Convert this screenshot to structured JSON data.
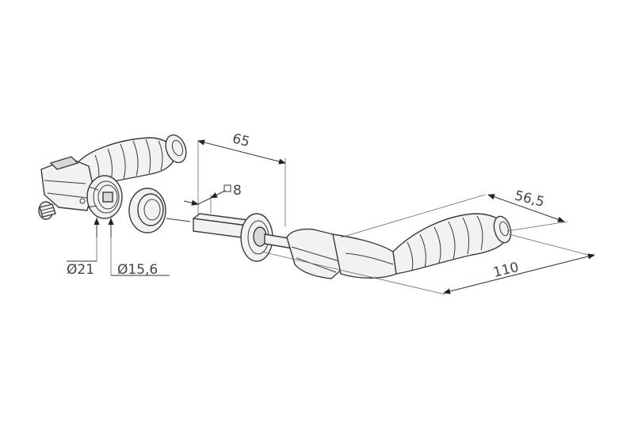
{
  "dimensions": {
    "lever_offset": "65",
    "square_spindle": "8",
    "grip_length": "56,5",
    "lever_length": "110",
    "rose_diameter": "Ø21",
    "bush_diameter": "Ø15,6"
  }
}
